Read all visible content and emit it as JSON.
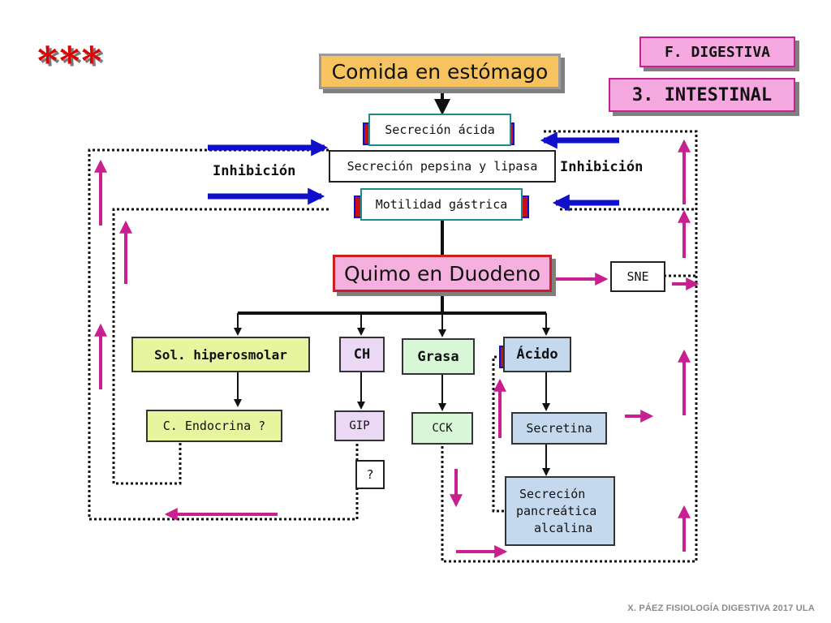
{
  "decoration": {
    "stars": "***"
  },
  "tags": {
    "f_digestiva": "F. DIGESTIVA",
    "intestinal": "3. INTESTINAL"
  },
  "nodes": {
    "comida": "Comida en estómago",
    "secrecion_acida": "Secreción ácida",
    "secrecion_pepsina": "Secreción pepsina y lipasa",
    "motilidad": "Motilidad gástrica",
    "quimo": "Quimo en Duodeno",
    "sne": "SNE",
    "sol_hiperosmolar": "Sol. hiperosmolar",
    "ch": "CH",
    "grasa": "Grasa",
    "acido": "Ácido",
    "c_endocrina": "C. Endocrina ?",
    "gip": "GIP",
    "cck": "CCK",
    "secretina": "Secretina",
    "question": "?",
    "secrecion_pancreatica": [
      "Secreción",
      "pancreática",
      "alcalina"
    ]
  },
  "labels": {
    "inhibicion_left": "Inhibición",
    "inhibicion_right": "Inhibición"
  },
  "footer": "X. PÁEZ   FISIOLOGÍA DIGESTIVA 2017  ULA",
  "colors": {
    "inhibition_arrow": "#1010cc",
    "pathway_arrow": "#c8208f",
    "block_bar": "#c81010",
    "title_box": "#f6c35f",
    "quimo_box": "#f5b0df"
  }
}
